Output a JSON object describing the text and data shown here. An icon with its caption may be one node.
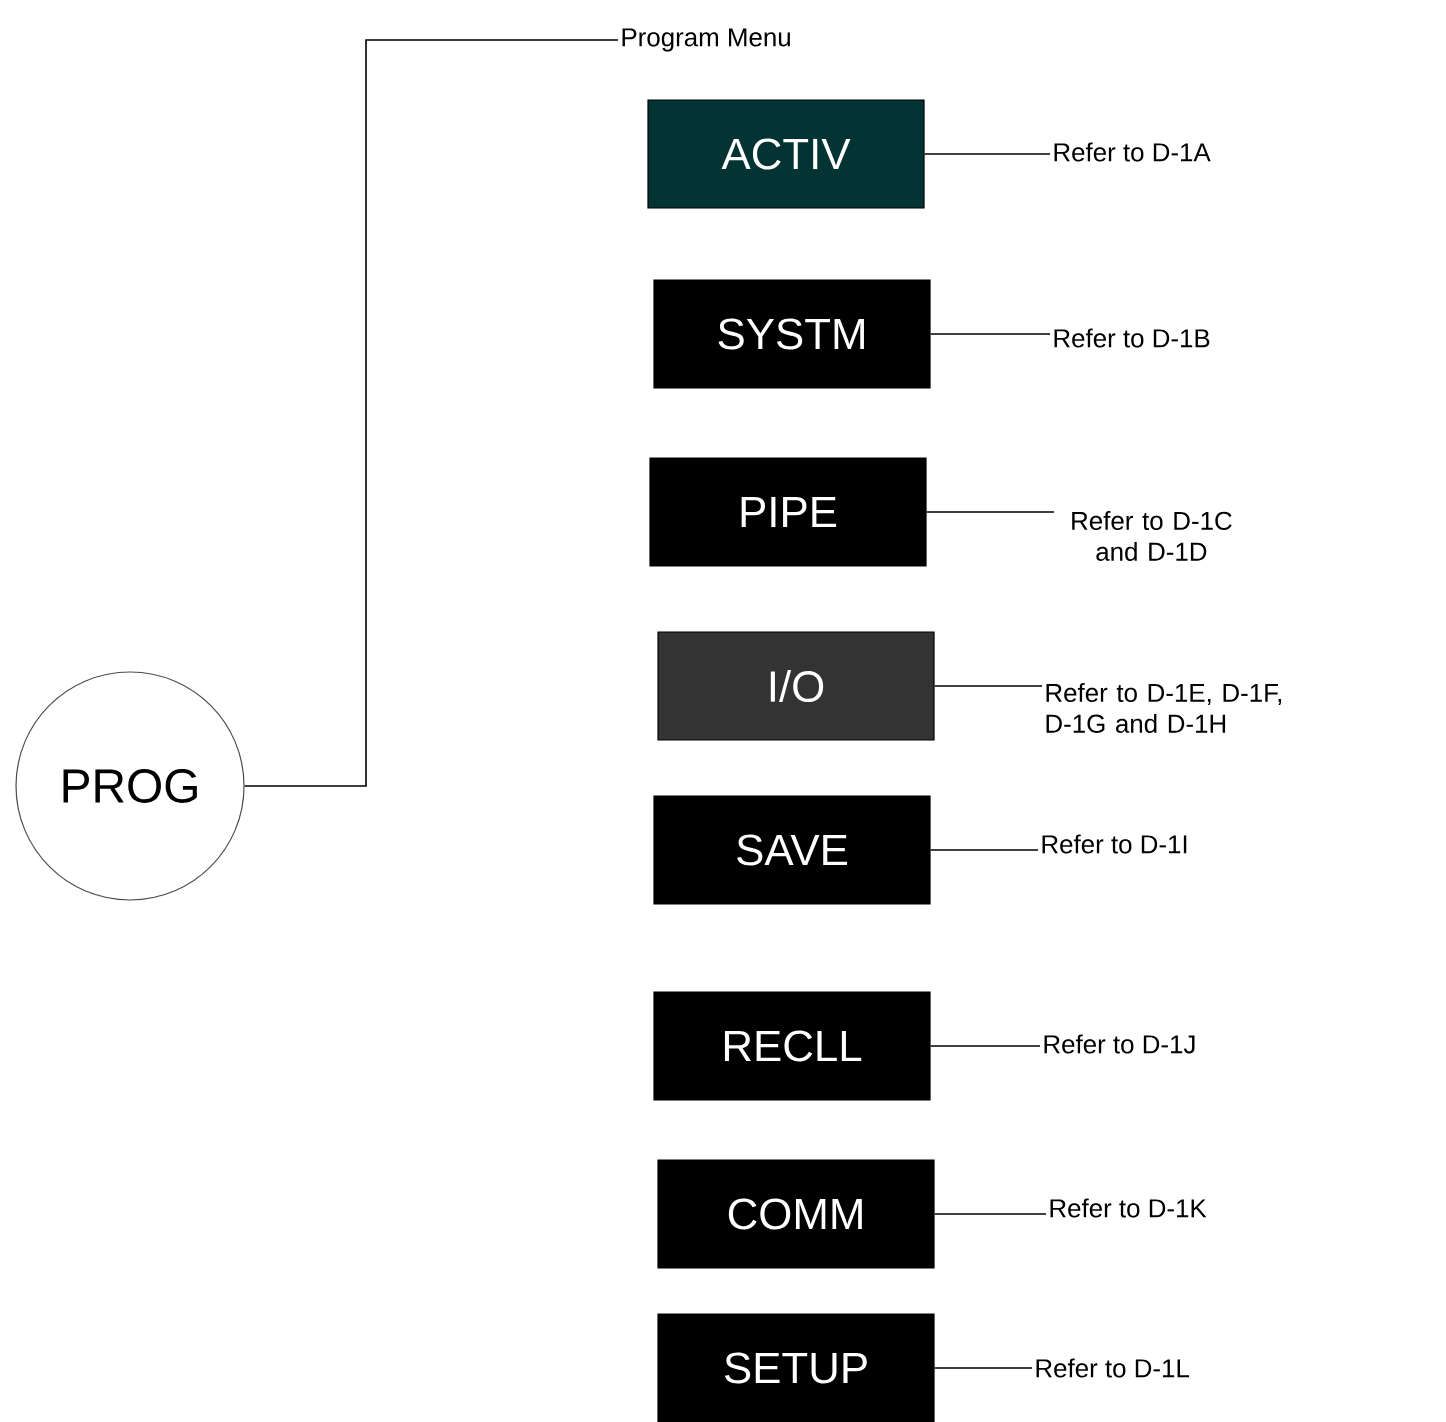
{
  "diagram": {
    "nodes": [
      {
        "text": [
          "PROG"
        ]
      },
      {
        "text": [
          "Program Menu"
        ]
      },
      {
        "text": [
          "ACTIV"
        ]
      },
      {
        "text": [
          "SYSTM"
        ]
      },
      {
        "text": [
          "PIPE"
        ]
      },
      {
        "text": [
          "I/O"
        ]
      },
      {
        "text": [
          "SAVE"
        ]
      },
      {
        "text": [
          "RECLL"
        ]
      },
      {
        "text": [
          "COMM"
        ]
      },
      {
        "text": [
          "SETUP"
        ]
      },
      {
        "text": [
          "Refer to D-1A"
        ]
      },
      {
        "text": [
          "Refer to D-1B"
        ]
      },
      {
        "text": [
          "Refer to D-1C and D-1D"
        ]
      },
      {
        "text": [
          "Refer to D-1E, D-1F, D-1G and D-1H"
        ]
      },
      {
        "text": [
          "Refer to D-1I"
        ]
      },
      {
        "text": [
          "Refer to D-1J"
        ]
      },
      {
        "text": [
          "Refer to D-1K"
        ]
      },
      {
        "text": [
          "Refer to D-1L"
        ]
      }
    ],
    "edges": [
      {
        "from": 0,
        "to": 1,
        "arrow": "none"
      },
      {
        "from": 2,
        "to": 10,
        "arrow": "none"
      },
      {
        "from": 3,
        "to": 11,
        "arrow": "none"
      },
      {
        "from": 4,
        "to": 12,
        "arrow": "none"
      },
      {
        "from": 5,
        "to": 13,
        "arrow": "none"
      },
      {
        "from": 6,
        "to": 14,
        "arrow": "none"
      },
      {
        "from": 7,
        "to": 15,
        "arrow": "none"
      },
      {
        "from": 8,
        "to": 16,
        "arrow": "none"
      },
      {
        "from": 9,
        "to": 17,
        "arrow": "none"
      }
    ]
  }
}
